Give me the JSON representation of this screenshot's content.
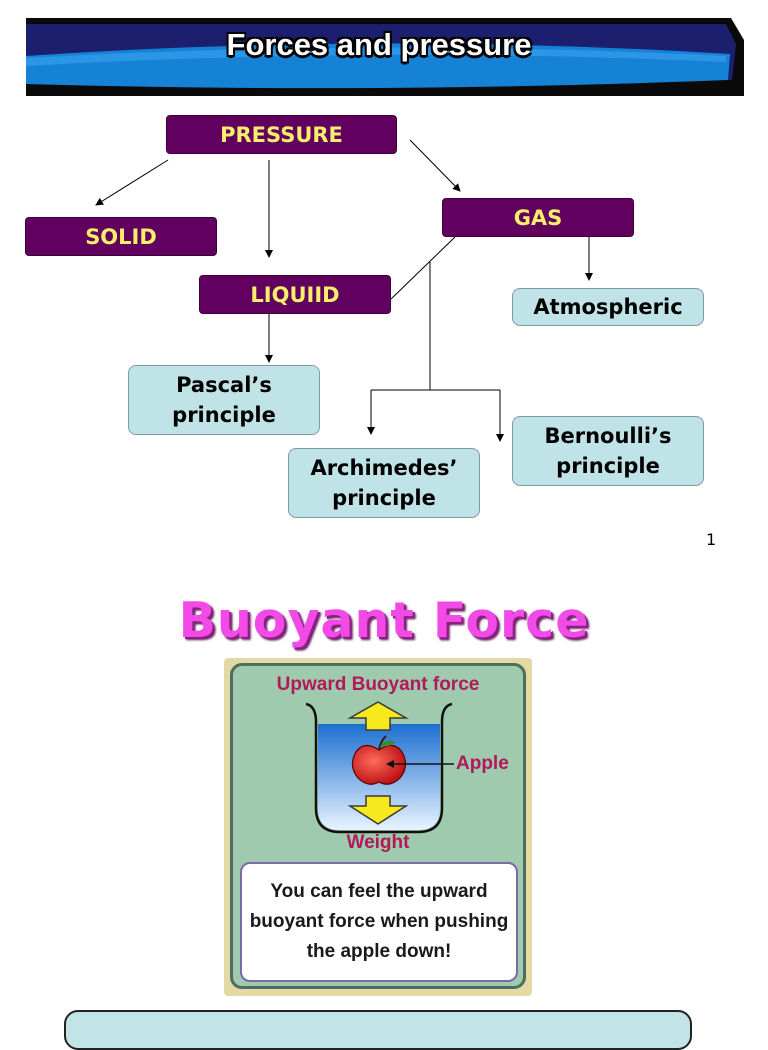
{
  "banner": {
    "title": "Forces and pressure"
  },
  "concept_map": {
    "pressure": "PRESSURE",
    "solid": "SOLID",
    "liquid": "LIQUIID",
    "gas": "GAS",
    "atmospheric": "Atmospheric",
    "pascal": "Pascal’s principle",
    "archimedes": "Archimedes’ principle",
    "bernoulli": "Bernoulli’s principle"
  },
  "page_number": "1",
  "buoyant": {
    "title": "Buoyant Force",
    "upward_label": "Upward Buoyant force",
    "apple_label": "Apple",
    "weight_label": "Weight",
    "caption": "You can feel the upward buoyant force when pushing the apple down!"
  },
  "colors": {
    "purple_box": "#62005f",
    "purple_text": "#f6ef6b",
    "light_box": "#bfe3e6",
    "title_pink": "#f14ae6",
    "card_green": "#9fcaad",
    "label_red": "#b2195c",
    "arrow_yellow": "#f6ea1f"
  }
}
